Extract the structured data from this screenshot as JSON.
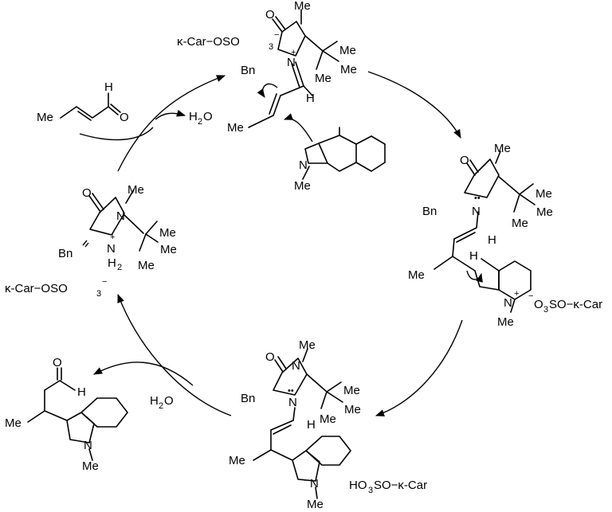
{
  "catalyst": {
    "me": "Me",
    "o": "O",
    "n_top": "N",
    "bn": "Bn",
    "nh": "N",
    "nh_h": "H",
    "nh_h2": "2",
    "plus": "+",
    "me_t1": "Me",
    "me_t2": "Me",
    "me_t3": "Me",
    "counterion": "κ-Car−OSO",
    "counterion_sub": "3",
    "counterion_charge": "−"
  },
  "crotonaldehyde": {
    "me": "Me",
    "h": "H",
    "o": "O"
  },
  "water_out": {
    "h": "H",
    "sub": "2",
    "o": "O"
  },
  "iminium": {
    "counterion": "κ-Car−OSO",
    "counterion_sub": "3",
    "counterion_charge": "−",
    "o": "O",
    "me": "Me",
    "bn": "Bn",
    "n_plus": "N",
    "plus": "+",
    "me_t1": "Me",
    "me_t2": "Me",
    "me_t3": "Me",
    "h": "H",
    "me_chain": "Me"
  },
  "methylindole": {
    "n": "N",
    "me": "Me"
  },
  "adduct": {
    "o": "O",
    "me_top": "Me",
    "bn": "Bn",
    "n": "N",
    "lone_pair": "••",
    "me_t1": "Me",
    "me_t2": "Me",
    "me_t3": "Me",
    "h_vinyl": "H",
    "me_chain": "Me",
    "h_ring": "H",
    "n_plus": "N",
    "plus": "+",
    "me_n": "Me",
    "counterion": "O",
    "counterion_pre": "−",
    "counterion_sub": "3",
    "counterion_tail": "SO−κ-Car"
  },
  "enamine": {
    "me_top": "Me",
    "o": "O",
    "n_top": "N",
    "bn": "Bn",
    "n": "N",
    "lone_pair": "••",
    "me_t1": "Me",
    "me_t2": "Me",
    "me_t3": "Me",
    "h": "H",
    "me_chain": "Me",
    "n_ind": "N",
    "me_n": "Me",
    "acid": "HO",
    "acid_sub": "3",
    "acid_tail": "SO−κ-Car"
  },
  "water_in": {
    "h": "H",
    "sub": "2",
    "o": "O"
  },
  "product": {
    "o": "O",
    "h": "H",
    "me": "Me",
    "n": "N",
    "me_n": "Me"
  }
}
